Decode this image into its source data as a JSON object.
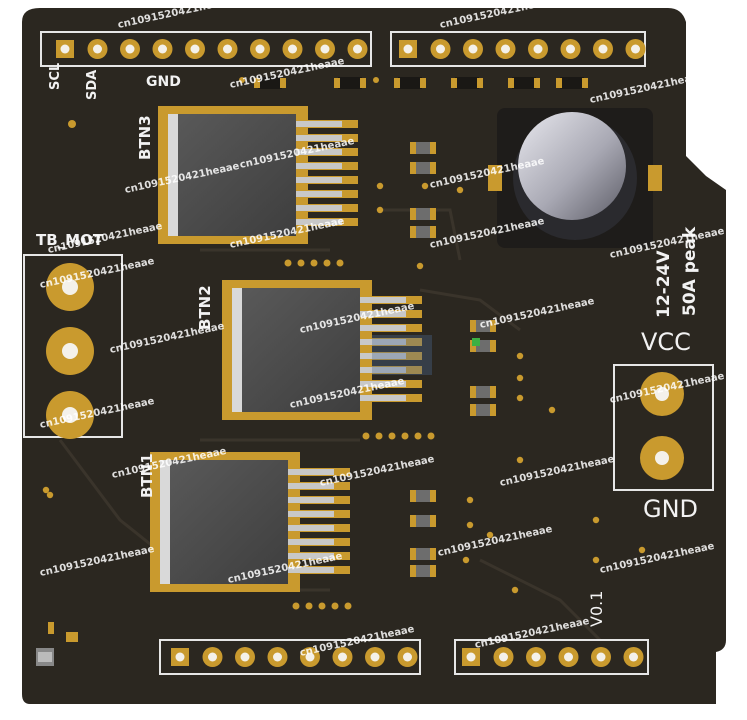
{
  "board": {
    "pcb_color": "#2b2720",
    "gold_color": "#c99a2e",
    "silkscreen_color": "#f2f2f2"
  },
  "labels": {
    "scl": "SCL",
    "sda": "SDA",
    "gnd_top": "GND",
    "btn3": "BTN3",
    "btn2": "BTN2",
    "btn1": "BTN1",
    "tb_mot": "TB_MOT",
    "voltage_range": "12-24V",
    "current_peak": "50A peak",
    "vcc": "VCC",
    "gnd_right": "GND",
    "version": "V0.1"
  },
  "watermark": {
    "text": "cn1091520421heaae"
  }
}
